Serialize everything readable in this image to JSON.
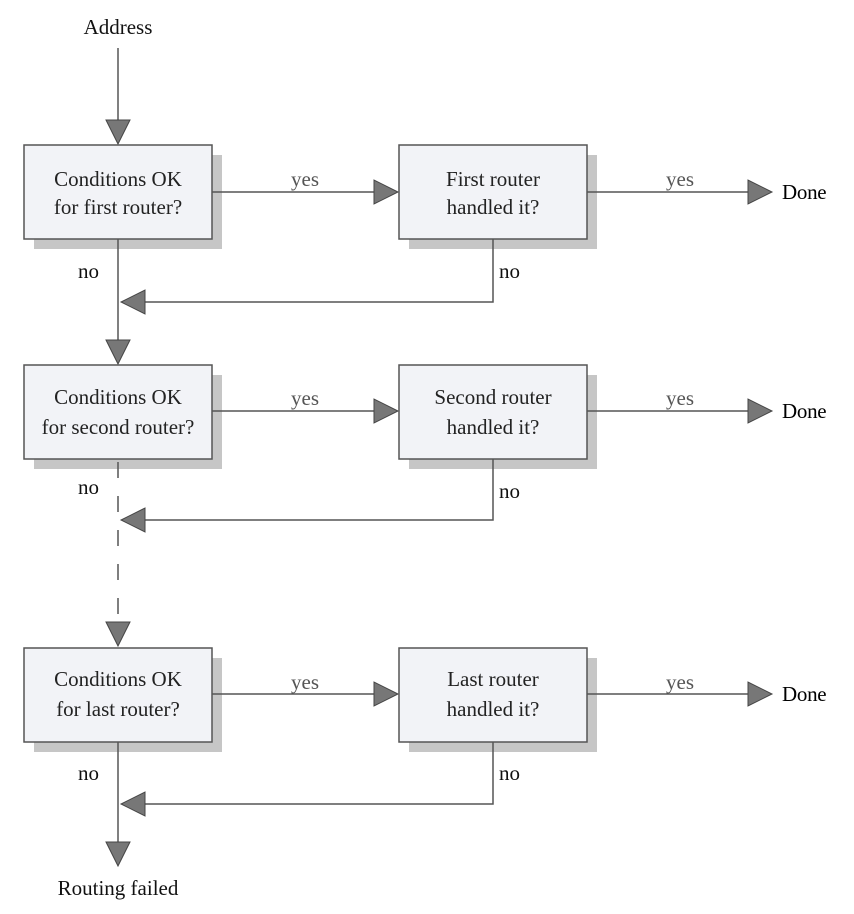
{
  "start_label": "Address",
  "end_label": "Routing failed",
  "stages": [
    {
      "condition_lines": [
        "Conditions OK",
        "for first router?"
      ],
      "router_lines": [
        "First router",
        "handled it?"
      ],
      "yes_label": "yes",
      "yes2_label": "yes",
      "no_left_label": "no",
      "no_right_label": "no",
      "done_label": "Done"
    },
    {
      "condition_lines": [
        "Conditions OK",
        "for second router?"
      ],
      "router_lines": [
        "Second router",
        "handled it?"
      ],
      "yes_label": "yes",
      "yes2_label": "yes",
      "no_left_label": "no",
      "no_right_label": "no",
      "done_label": "Done"
    },
    {
      "condition_lines": [
        "Conditions OK",
        "for last router?"
      ],
      "router_lines": [
        "Last router",
        "handled it?"
      ],
      "yes_label": "yes",
      "yes2_label": "yes",
      "no_left_label": "no",
      "no_right_label": "no",
      "done_label": "Done"
    }
  ],
  "colors": {
    "box_fill": "#f2f3f7",
    "box_shadow": "#c6c6c6",
    "line": "#555555",
    "arrowhead": "#777777"
  }
}
